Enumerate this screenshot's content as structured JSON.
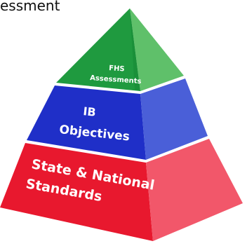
{
  "title_fragment": "essment",
  "tiers": [
    {
      "level": "top",
      "lines": [
        "FHS",
        "Assessments"
      ],
      "colors": {
        "front": "#1f9a3f",
        "side": "#5fc06a",
        "edge": "#157a2f"
      }
    },
    {
      "level": "middle",
      "lines": [
        "IB",
        "Objectives"
      ],
      "colors": {
        "front": "#1f2fc8",
        "side": "#4a5fd8",
        "edge": "#16219a"
      }
    },
    {
      "level": "bottom",
      "lines": [
        "State & National",
        "Standards"
      ],
      "colors": {
        "front": "#e8182e",
        "side": "#f2576a",
        "edge": "#b51022"
      }
    }
  ]
}
